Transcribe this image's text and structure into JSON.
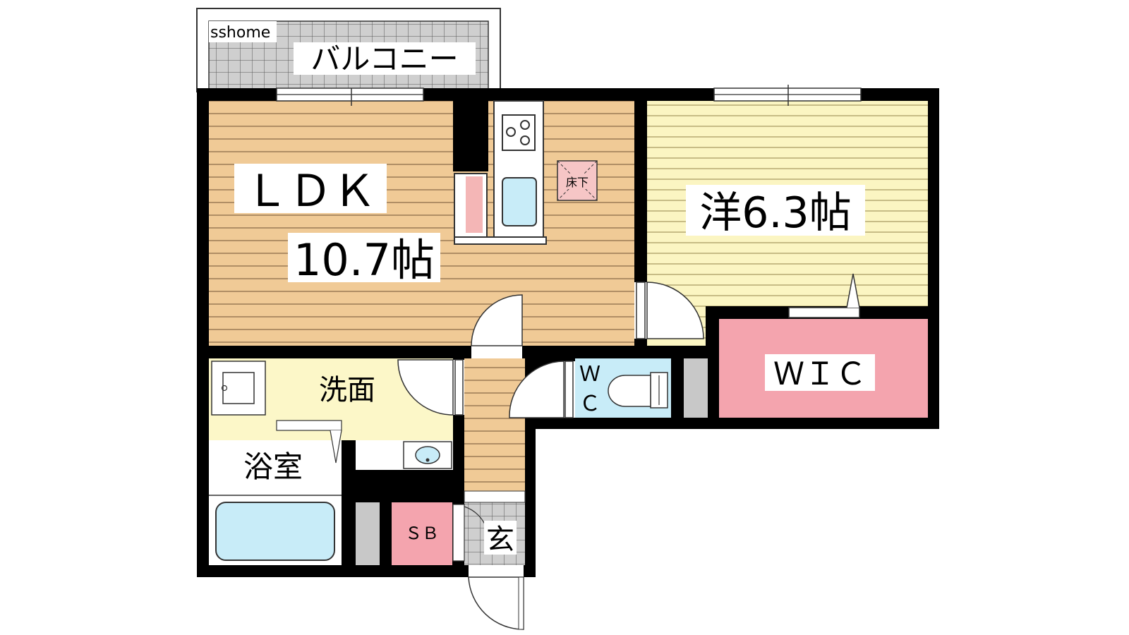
{
  "watermark": "sshome",
  "rooms": {
    "balcony": "バルコニー",
    "ldk_name": "ＬＤＫ",
    "ldk_size": "10.7帖",
    "western": "洋6.3帖",
    "wic": "ＷＩＣ",
    "washroom": "洗面",
    "bath": "浴室",
    "wc_top": "Ｗ",
    "wc_bottom": "Ｃ",
    "shoebox": "ＳＢ",
    "entrance": "玄",
    "underfloor": "床下"
  },
  "colors": {
    "wall": "#000000",
    "ldk_floor": "#f0ca96",
    "western_floor": "#fbf5c2",
    "wic": "#f4a4ae",
    "washroom": "#fcf7c8",
    "water": "#c8ecf8",
    "closet_grey": "#c8c8c8",
    "shoebox": "#f4a4ae",
    "tile": "#d0d0d0"
  }
}
